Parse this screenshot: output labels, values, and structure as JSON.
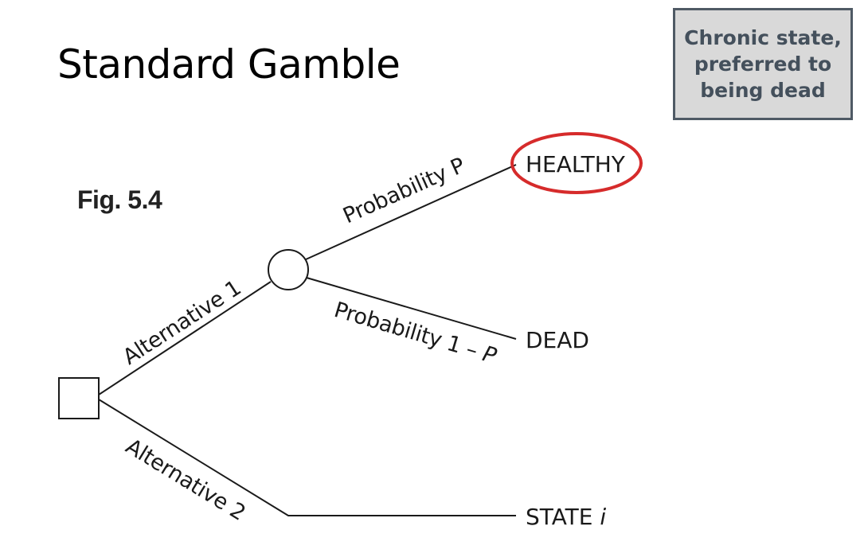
{
  "slide": {
    "title": "Standard Gamble"
  },
  "callout": {
    "text": "Chronic state,\npreferred to\nbeing dead",
    "fill_color": "#d9d9d9",
    "border_color": "#4f5a65",
    "text_color": "#44505c"
  },
  "figure": {
    "label": "Fig. 5.4"
  },
  "tree": {
    "decision_node": {
      "shape": "square"
    },
    "chance_node": {
      "shape": "circle"
    },
    "branches": {
      "alternative_1": "Alternative 1",
      "alternative_2": "Alternative 2",
      "probability_p": "Probability P",
      "probability_1_minus_p_prefix": "Probability 1 – ",
      "probability_1_minus_p_var": "P"
    },
    "outcomes": {
      "healthy": "HEALTHY",
      "dead": "DEAD",
      "state_prefix": "STATE ",
      "state_var": "i"
    },
    "highlight": {
      "target": "healthy",
      "shape": "ellipse",
      "color": "#d62b2b"
    }
  }
}
